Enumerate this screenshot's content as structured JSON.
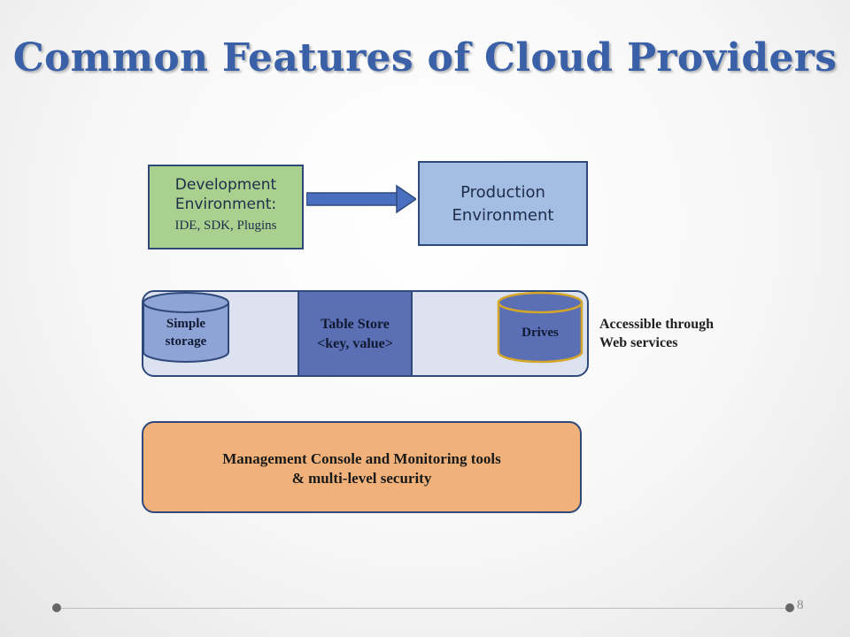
{
  "slide": {
    "title": "Common Features of Cloud Providers",
    "page_number": "8"
  },
  "development": {
    "line1": "Development",
    "line2": "Environment:",
    "line3": "IDE, SDK, Plugins"
  },
  "production": {
    "line1": "Production",
    "line2": "Environment"
  },
  "storage": {
    "simple_line1": "Simple",
    "simple_line2": "storage",
    "table_line1": "Table Store",
    "table_line2": "<key, value>",
    "drives": "Drives",
    "note_line1": "Accessible through",
    "note_line2": "Web services"
  },
  "management": {
    "line1": "Management Console and Monitoring tools",
    "line2": "& multi-level security"
  },
  "colors": {
    "title": "#3a60a8",
    "development_fill": "#a9d08e",
    "production_fill": "#a3bde3",
    "storage_band_fill": "#dde2f1",
    "table_store_fill": "#5b6fb5",
    "cylinder_fill": "#8ea3d6",
    "drives_fill": "#5b6fb5",
    "drives_outline": "#d4a62a",
    "management_fill": "#f0b27a",
    "outline": "#2f4a7a"
  }
}
